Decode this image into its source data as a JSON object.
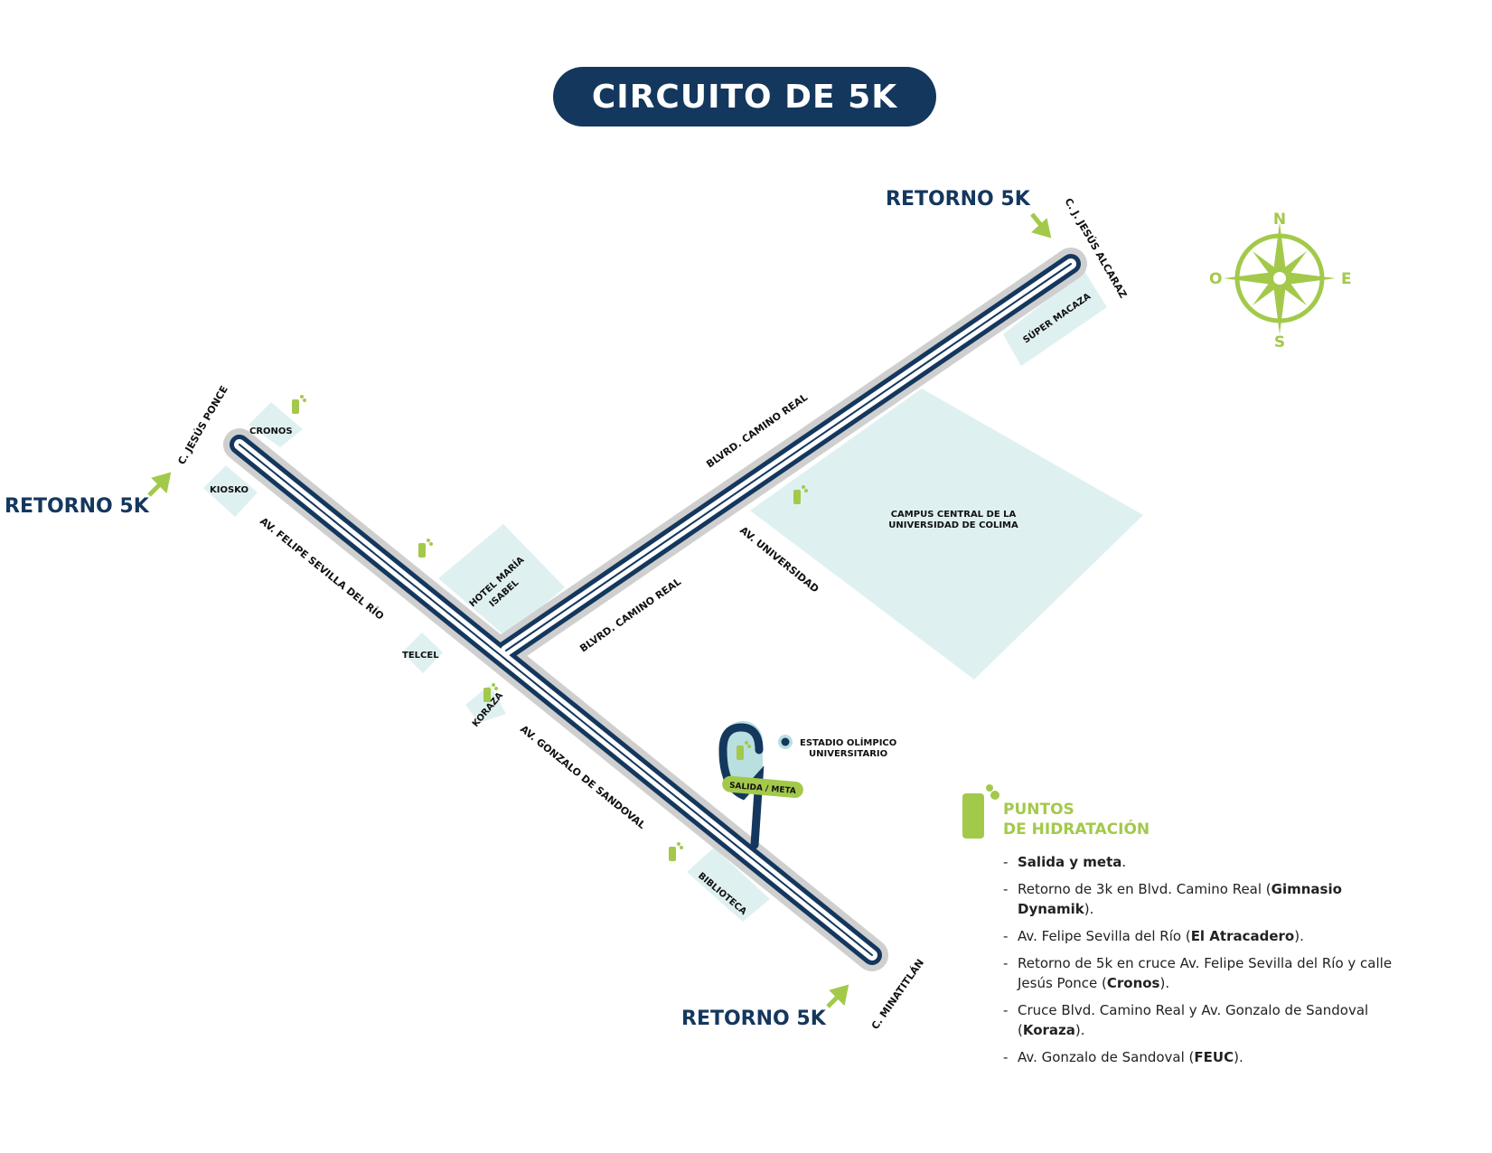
{
  "title": "CIRCUITO DE 5K",
  "retorno_labels": [
    "RETORNO 5K",
    "RETORNO 5K",
    "RETORNO 5K"
  ],
  "streets": {
    "jesus_alcaraz": "C. J. JESÚS ALCARAZ",
    "jesus_ponce": "C. JESÚS PONCE",
    "camino_real_upper": "BLVRD. CAMINO REAL",
    "camino_real_lower": "BLVRD. CAMINO REAL",
    "universidad": "AV. UNIVERSIDAD",
    "felipe_sevilla": "AV. FELIPE SEVILLA DEL RÍO",
    "gonzalo_sandoval": "AV. GONZALO DE SANDOVAL",
    "minatitlan": "C. MINATITLÁN"
  },
  "places": {
    "super_macaza": "SÚPER MACAZA",
    "cronos": "CRONOS",
    "kiosko": "KIOSKO",
    "hotel_line1": "HOTEL MARÍA",
    "hotel_line2": "ISABEL",
    "telcel": "TELCEL",
    "koraza": "KORAZA",
    "biblioteca": "BIBLIOTECA",
    "campus_line1": "CAMPUS CENTRAL DE LA",
    "campus_line2": "UNIVERSIDAD DE COLIMA",
    "estadio_line1": "ESTADIO OLÍMPICO",
    "estadio_line2": "UNIVERSITARIO",
    "salida_meta": "SALIDA / META"
  },
  "compass": {
    "n": "N",
    "s": "S",
    "e": "E",
    "o": "O"
  },
  "legend": {
    "title_line1": "PUNTOS",
    "title_line2": "DE HIDRATACIÓN",
    "items": [
      {
        "pre": "",
        "bold": "Salida y meta",
        "post": "."
      },
      {
        "pre": "Retorno de 3k en Blvd. Camino Real (",
        "bold": "Gimnasio Dynamik",
        "post": ")."
      },
      {
        "pre": "Av. Felipe Sevilla del Río (",
        "bold": "El Atracadero",
        "post": ")."
      },
      {
        "pre": "Retorno de 5k en cruce Av. Felipe Sevilla del Río y calle Jesús Ponce (",
        "bold": "Cronos",
        "post": ")."
      },
      {
        "pre": "Cruce Blvd. Camino Real y Av. Gonzalo de Sandoval (",
        "bold": "Koraza",
        "post": ")."
      },
      {
        "pre": "Av. Gonzalo de Sandoval (",
        "bold": "FEUC",
        "post": ")."
      }
    ]
  },
  "colors": {
    "navy": "#14375e",
    "green": "#a3c94b",
    "block": "#dff0f0",
    "road": "#cfcfcf"
  }
}
